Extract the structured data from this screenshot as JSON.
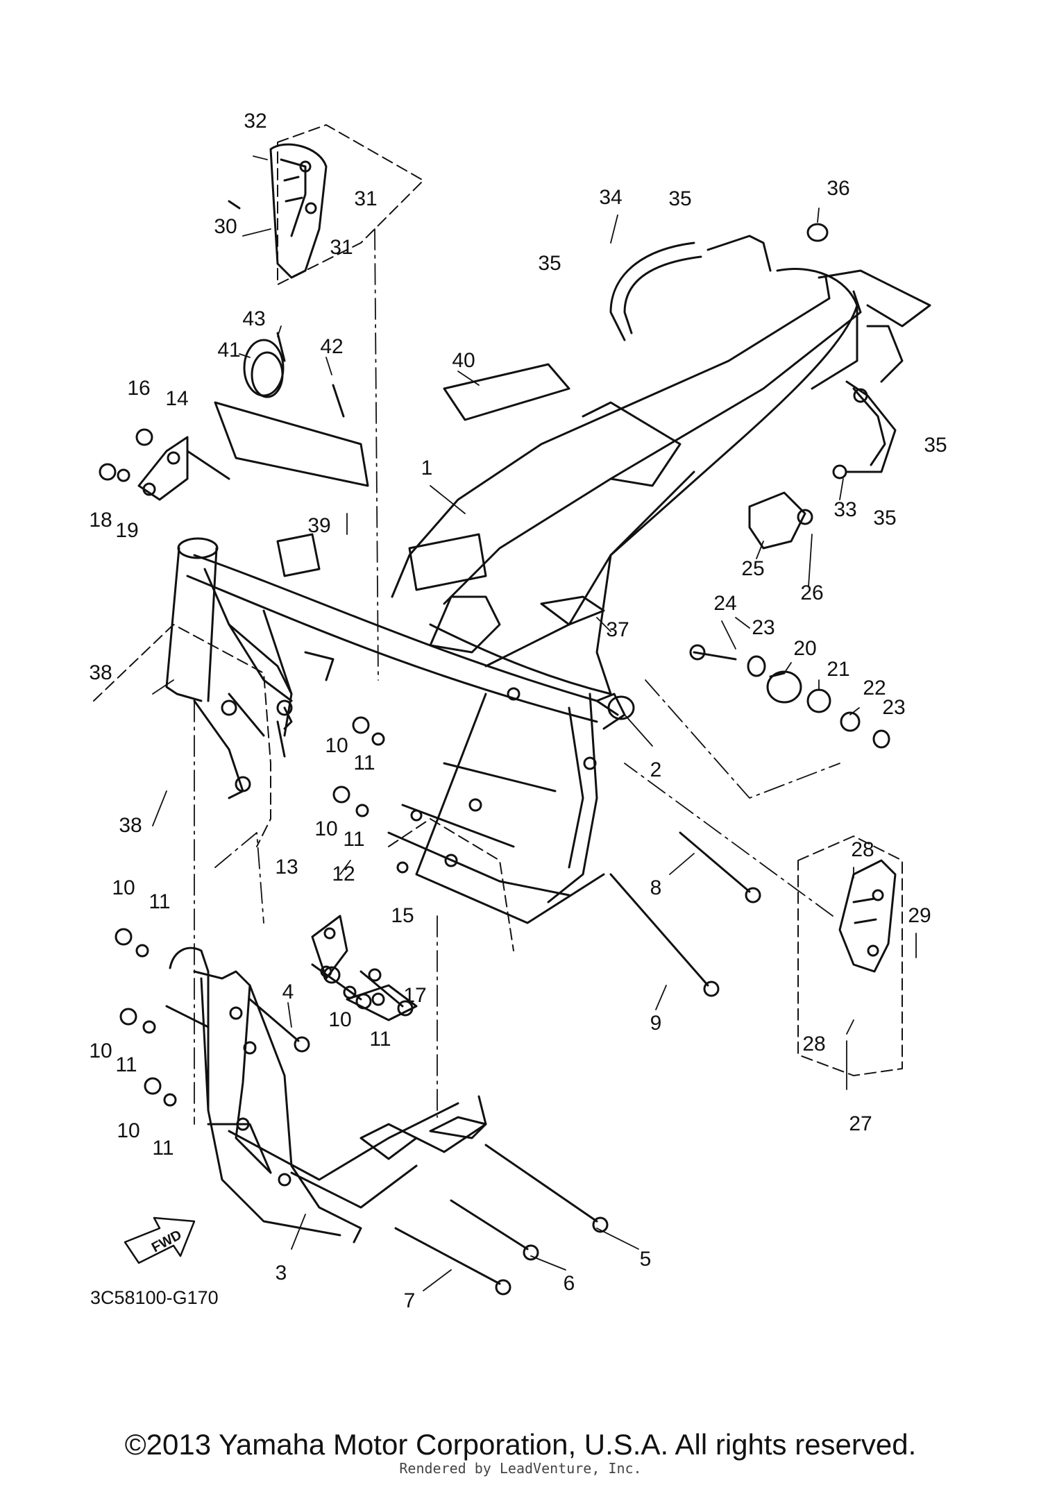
{
  "diagram": {
    "drawing_code": "3C58100-G170",
    "fwd_label": "FWD",
    "copyright": "©2013 Yamaha Motor Corporation, U.S.A. All rights reserved.",
    "rendered_by": "Rendered by LeadVenture, Inc."
  },
  "callouts": [
    "1",
    "2",
    "3",
    "4",
    "5",
    "6",
    "7",
    "8",
    "9",
    "10",
    "11",
    "12",
    "13",
    "14",
    "15",
    "16",
    "17",
    "18",
    "19",
    "20",
    "21",
    "22",
    "23",
    "24",
    "25",
    "26",
    "27",
    "28",
    "29",
    "30",
    "31",
    "32",
    "33",
    "34",
    "35",
    "36",
    "37",
    "38",
    "39",
    "40",
    "41",
    "42",
    "43"
  ]
}
